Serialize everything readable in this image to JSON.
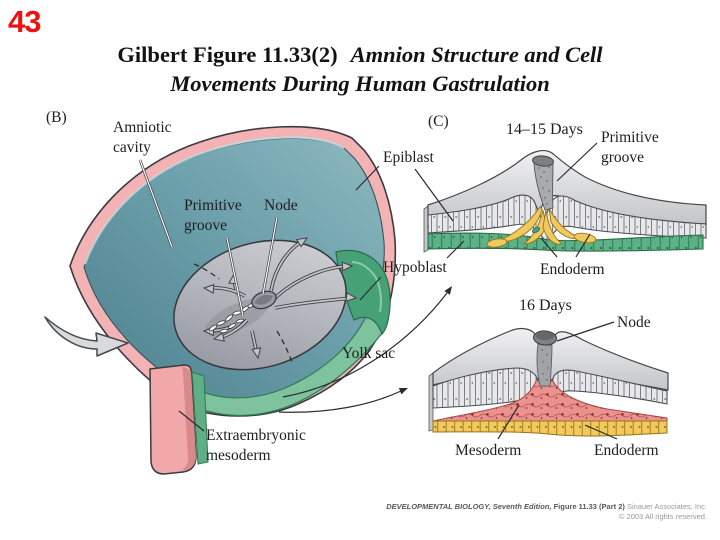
{
  "slide": {
    "number": "43"
  },
  "title": {
    "part_roman": "Gilbert Figure 11.33(2)",
    "part_italic_line1": "Amnion Structure and Cell",
    "line2": "Movements During Human Gastrulation"
  },
  "panel_b": {
    "tag": "(B)",
    "labels": {
      "amniotic_cavity_l1": "Amniotic",
      "amniotic_cavity_l2": "cavity",
      "primitive_groove_l1": "Primitive",
      "primitive_groove_l2": "groove",
      "node": "Node",
      "epiblast": "Epiblast",
      "hypoblast": "Hypoblast",
      "yolk_sac": "Yolk sac",
      "extraembryonic_l1": "Extraembryonic",
      "extraembryonic_l2": "mesoderm"
    }
  },
  "panel_c": {
    "tag": "(C)",
    "top": {
      "stage": "14–15 Days",
      "primitive_groove_l1": "Primitive",
      "primitive_groove_l2": "groove",
      "endoderm": "Endoderm"
    },
    "bottom": {
      "stage": "16 Days",
      "node": "Node",
      "mesoderm": "Mesoderm",
      "endoderm": "Endoderm"
    }
  },
  "credit": {
    "book_italic": "DEVELOPMENTAL BIOLOGY, Seventh Edition,",
    "figure_ref": "Figure 11.33 (Part 2)",
    "publisher": "Sinauer Associates, Inc.",
    "rights": "© 2003 All rights reserved."
  },
  "colors": {
    "slide_number": "#ee1111",
    "amnion_pink": "#f3b2b3",
    "epiblast_teal": "#6ba2ad",
    "disc_gray": "#b9bac0",
    "hypoblast_green": "#5db187",
    "yolk_green": "#46a176",
    "endoderm_yellow": "#f0ca5e",
    "mesoderm_red": "#e9928e",
    "title_text": "#121212",
    "label_text": "#1e1e20"
  }
}
